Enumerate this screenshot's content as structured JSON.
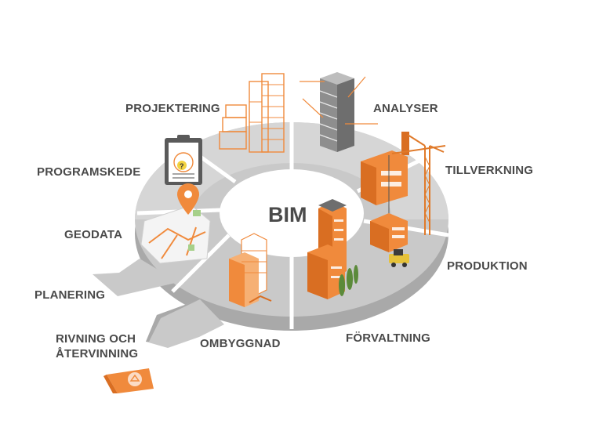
{
  "diagram": {
    "center_label": "BIM",
    "stages": {
      "projektering": "PROJEKTERING",
      "analyser": "ANALYSER",
      "programskede": "PROGRAMSKEDE",
      "tillverkning": "TILLVERKNING",
      "geodata": "GEODATA",
      "produktion": "PRODUKTION",
      "planering": "PLANERING",
      "rivning_line1": "RIVNING OCH",
      "rivning_line2": "ÅTERVINNING",
      "ombyggnad": "OMBYGGNAD",
      "forvaltning": "FÖRVALTNING"
    },
    "colors": {
      "ring": "#c9c9c9",
      "accent": "#f08a3c",
      "text": "#4a4a4a"
    },
    "icons": {
      "projektering": "wireframe-buildings-icon",
      "analyser": "analysis-tower-icon",
      "programskede": "clipboard-icon",
      "tillverkning": "factory-crane-icon",
      "geodata": "map-pin-icon",
      "produktion": "construction-vehicle-icon",
      "forvaltning": "finished-building-icon",
      "ombyggnad": "renovation-building-icon",
      "rivning": "recycling-container-icon"
    }
  }
}
